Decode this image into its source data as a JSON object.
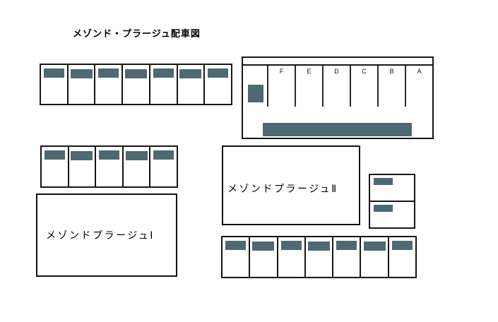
{
  "title": "メゾンド・プラージュ配車図",
  "colors": {
    "vehicle": "#4e6972",
    "border": "#161616",
    "background": "#ffffff"
  },
  "buildings": {
    "maison1": {
      "label": "メゾンドプラージュⅠ"
    },
    "maison2": {
      "label": "メゾンドプラージュⅡ"
    }
  },
  "carport": {
    "columns": [
      "F",
      "E",
      "D",
      "C",
      "B",
      "A"
    ],
    "unlabeled_first_column": true,
    "small_vehicle_square": true,
    "long_vehicle_bar": true
  },
  "parking_rows": {
    "top_left": {
      "spaces": 7
    },
    "mid_left": {
      "spaces": 5
    },
    "bottom_right": {
      "spaces": 7
    },
    "right_stack": {
      "spaces": 2
    }
  }
}
